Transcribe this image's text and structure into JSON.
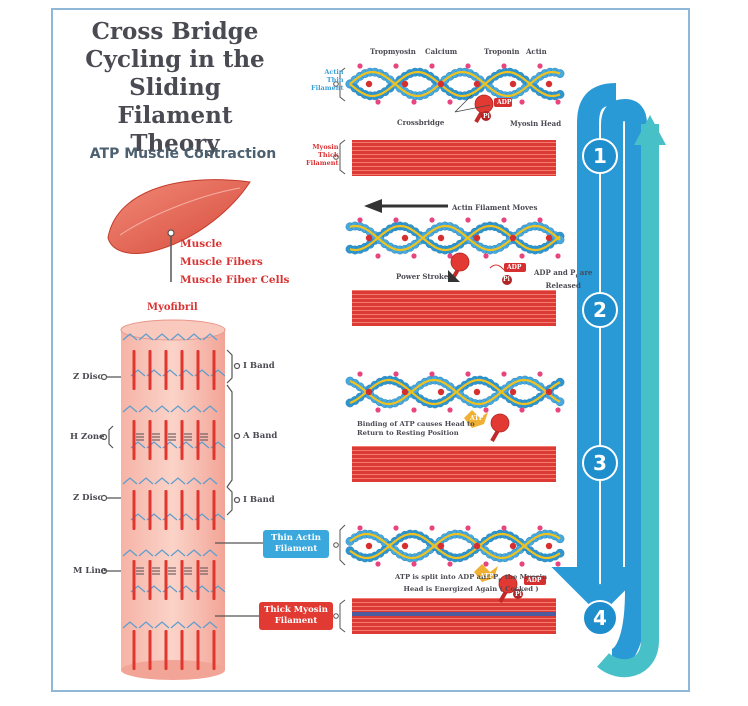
{
  "title": [
    "Cross Bridge",
    "Cycling in the",
    "Sliding Filament",
    "Theory"
  ],
  "subtitle": "ATP Muscle Contraction",
  "muscle_labels": {
    "muscle": "Muscle",
    "fibers": "Muscle Fibers",
    "cells": "Muscle Fiber Cells",
    "myofibril": "Myofibril"
  },
  "myofibril_labels": {
    "z_disc_top": "Z Disc",
    "h_zone": "H Zone",
    "z_disc_bottom": "Z Disc",
    "m_line": "M Line",
    "i_band_top": "I Band",
    "a_band": "A Band",
    "i_band_bottom": "I Band",
    "thin_actin": [
      "Thin Actin",
      "Filament"
    ],
    "thick_myosin": [
      "Thick Myosin",
      "Filament"
    ]
  },
  "step1": {
    "top_labels": [
      "Tropmyosin",
      "Calcium",
      "Troponin",
      "Actin"
    ],
    "actin_thin": [
      "Actin",
      "Thin",
      "Filament"
    ],
    "myosin_thick": [
      "Myosin",
      "Thick",
      "Filament"
    ],
    "crossbridge": "Crossbridge",
    "myosin_head": "Myosin Head",
    "adp": "ADP",
    "pi": "Pi"
  },
  "step2": {
    "moves": "Actin Filament  Moves",
    "power_stroke": "Power Stroke",
    "released": [
      "ADP and P",
      "are",
      "Released"
    ],
    "adp": "ADP",
    "pi": "Pi"
  },
  "step3": {
    "binding": [
      "Binding of ATP causes Head to",
      "Return to Resting Position"
    ],
    "atp": "ATP"
  },
  "step4": {
    "split": [
      "ATP is split into ADP and P",
      ", the Myosin",
      "Head is Energized Again ( Cocked )"
    ],
    "atp": "ATP",
    "adp": "ADP",
    "pi": "Pi"
  },
  "steps": [
    "1",
    "2",
    "3",
    "4"
  ],
  "colors": {
    "actin_blue": "#2f95cf",
    "tropomyosin_yellow": "#f0c21f",
    "myosin_red": "#d62f2f",
    "arrow_dark_blue": "#2a9ad6",
    "arrow_teal": "#48c0c8",
    "frame": "#8fb8d8"
  }
}
